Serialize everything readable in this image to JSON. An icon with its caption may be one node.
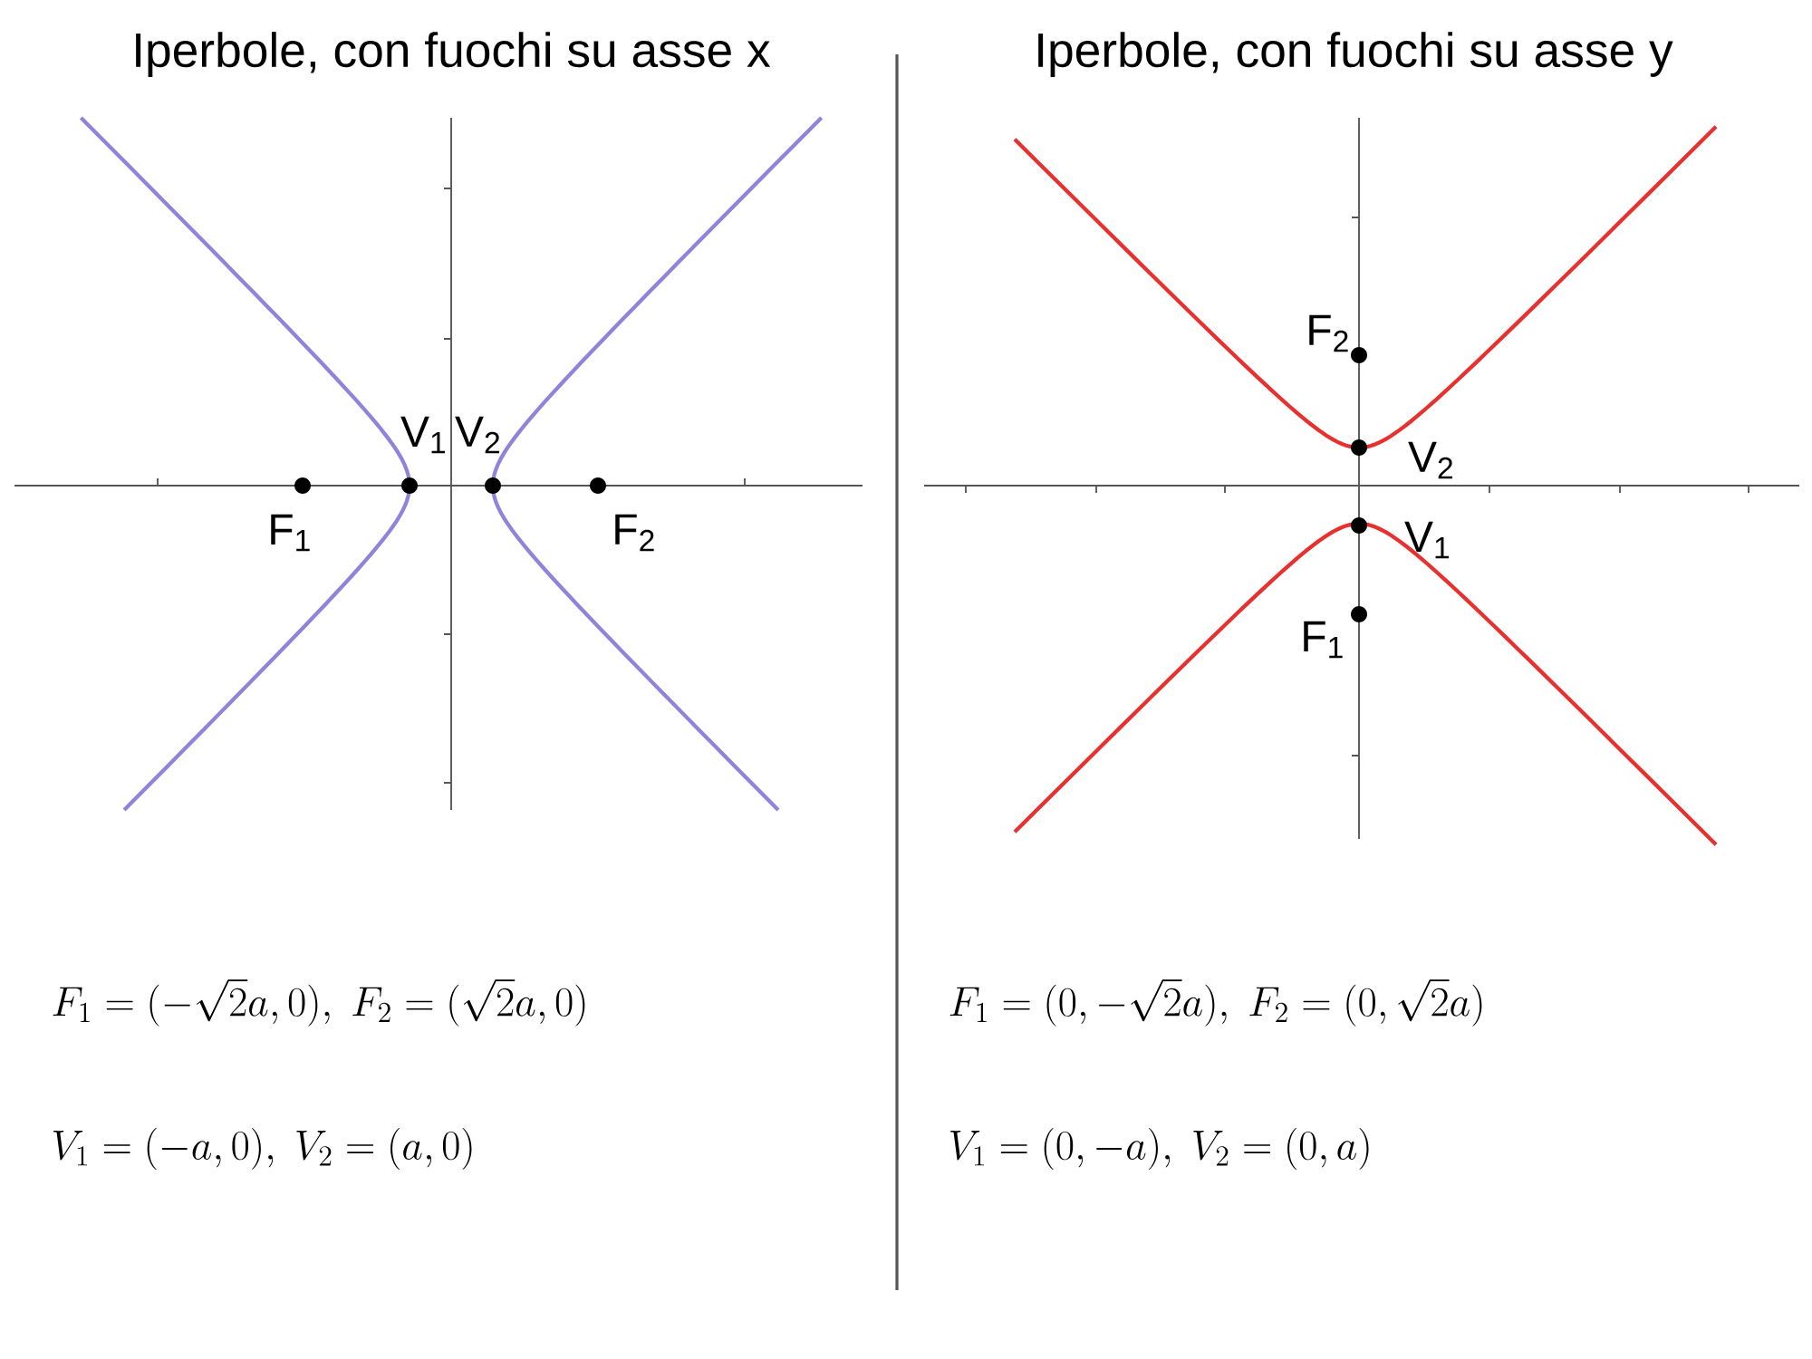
{
  "diagram": {
    "labels": [
      "Iperbole, con fuochi su asse x",
      "Iperbole, con fuochi su asse y",
      "V$_{1}$",
      "V$_{2}$",
      "F$_{1}$",
      "F$_{2}$",
      "F$_{2}$",
      "V$_{2}$",
      "V$_{1}$",
      "F$_{1}$",
      "F_1 = (-\\sqrt{2}a, 0),\\ F_2 = (\\sqrt{2}a, 0)",
      "F_1 = (0, -\\sqrt{2}a),\\ F_2 = (0, \\sqrt{2}a)",
      "V_1 = (-a, 0),\\ V_2 = (a, 0)",
      "V_1 = (0, -a),\\ V_2 = (0, a)"
    ]
  }
}
